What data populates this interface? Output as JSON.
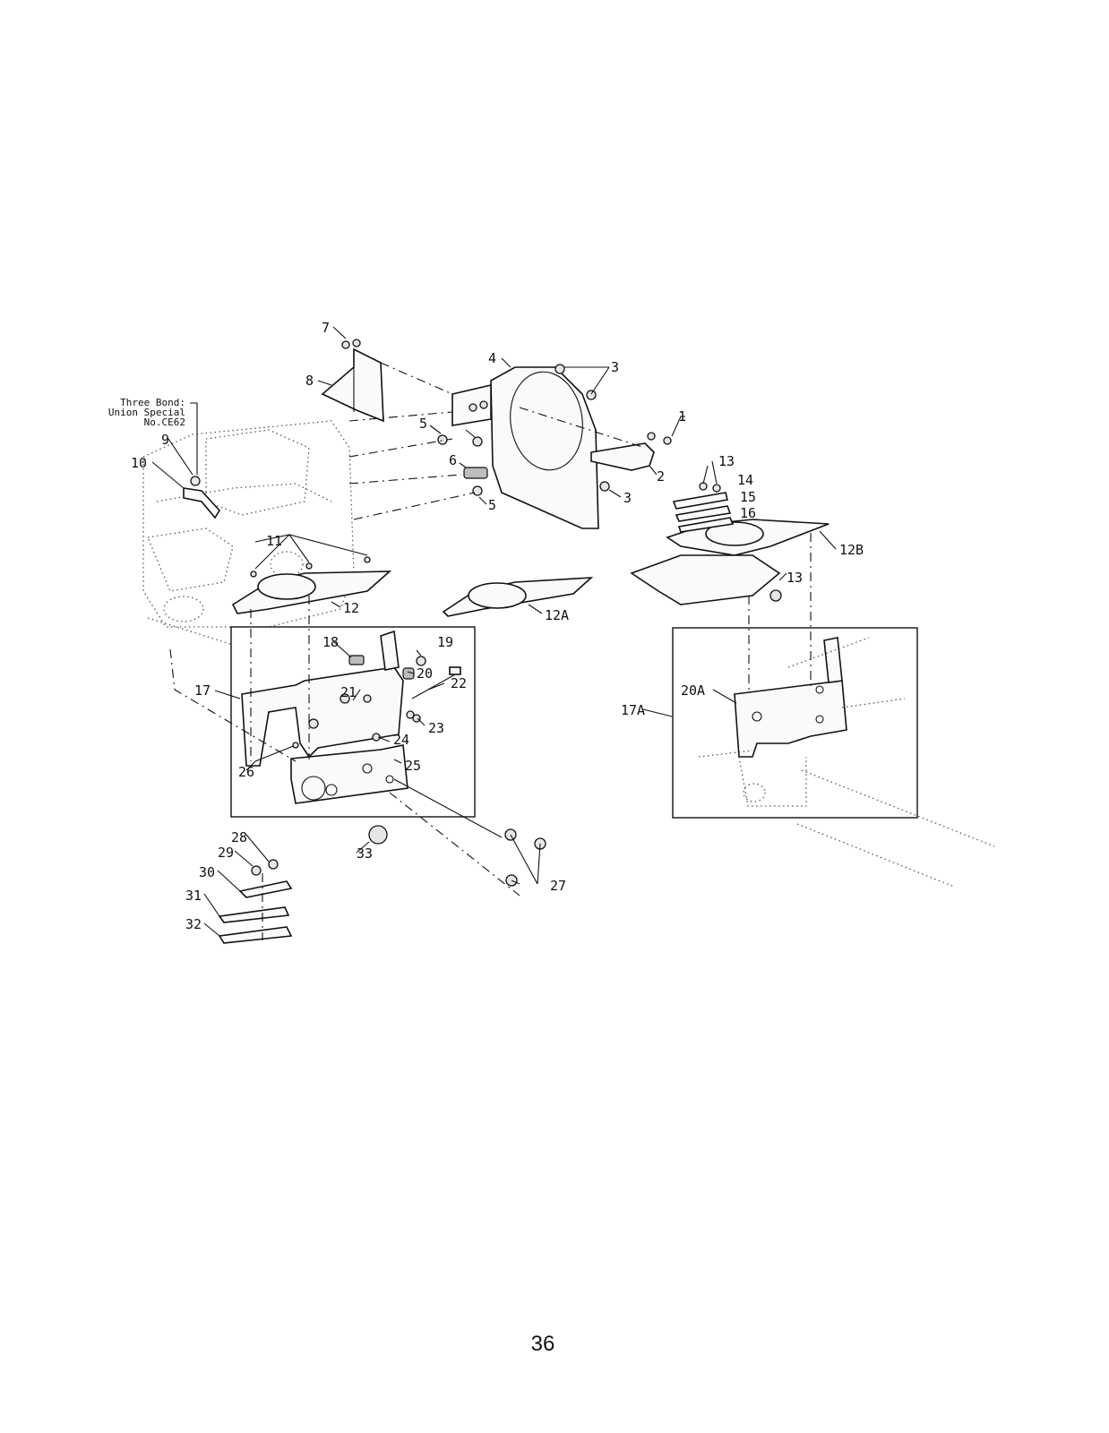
{
  "note_lines": [
    "Three Bond:",
    "Union Special",
    "No.CE62"
  ],
  "labels": {
    "p1": "1",
    "p2": "2",
    "p3a": "3",
    "p3b": "3",
    "p4": "4",
    "p5a": "5",
    "p5b": "5",
    "p6": "6",
    "p7": "7",
    "p8": "8",
    "p9": "9",
    "p10": "10",
    "p11": "11",
    "p12": "12",
    "p12A": "12A",
    "p12B": "12B",
    "p13a": "13",
    "p13b": "13",
    "p14": "14",
    "p15": "15",
    "p16": "16",
    "p17": "17",
    "p17A": "17A",
    "p18": "18",
    "p19": "19",
    "p20": "20",
    "p20A": "20A",
    "p21": "21",
    "p22": "22",
    "p23": "23",
    "p24": "24",
    "p25": "25",
    "p26": "26",
    "p27": "27",
    "p28": "28",
    "p29": "29",
    "p30": "30",
    "p31": "31",
    "p32": "32",
    "p33": "33"
  },
  "page_number": "36"
}
